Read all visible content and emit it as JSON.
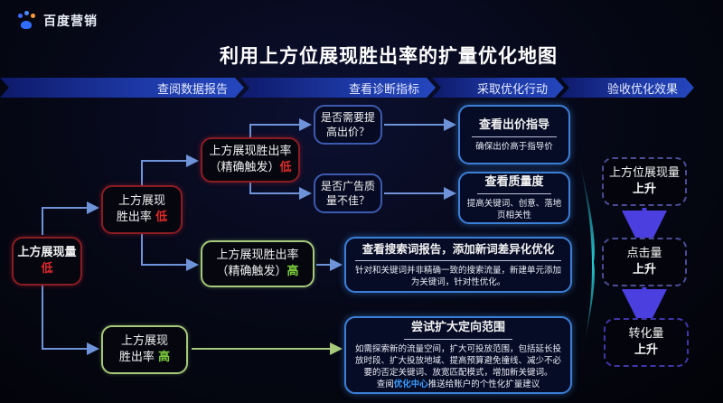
{
  "logo": {
    "icon": "baidu-paw-icon",
    "text": "百度营销"
  },
  "title": "利用上方位展现胜出率的扩量优化地图",
  "steps": [
    {
      "label": "查阅数据报告"
    },
    {
      "label": "查看诊断指标"
    },
    {
      "label": "采取优化行动"
    },
    {
      "label": "验收优化效果"
    }
  ],
  "nodes": {
    "impressions": {
      "line1": "上方展现量",
      "status": "低"
    },
    "winrate_low": {
      "line1": "上方展现",
      "line2": "胜出率",
      "status": "低"
    },
    "winrate_high": {
      "line1": "上方展现",
      "line2": "胜出率",
      "status": "高"
    },
    "exact_low": {
      "line1": "上方展现胜出率",
      "line2": "（精确触发）",
      "status": "低"
    },
    "exact_high": {
      "line1": "上方展现胜出率",
      "line2": "（精确触发）",
      "status": "高"
    },
    "q_bid": {
      "line1": "是否需要提",
      "line2": "高出价？"
    },
    "q_quality": {
      "line1": "是否广告质",
      "line2": "量不佳？"
    }
  },
  "actions": {
    "bid": {
      "title": "查看出价指导",
      "desc": "确保出价高于指导价"
    },
    "quality": {
      "title": "查看质量度",
      "desc": "提高关键词、创意、落地页相关性"
    },
    "search_terms": {
      "title": "查看搜索词报告，添加新词差异化优化",
      "desc": "针对和关键词并非精确一致的搜索流量，新建单元添加为关键词，针对性优化。"
    },
    "expand": {
      "title": "尝试扩大定向范围",
      "desc": "如需探索新的流量空间，扩大可投放范围，包括延长投放时段、扩大投放地域、提高预算避免撞线、减少不必要的否定关键词、放宽匹配模式，增加新关键词。",
      "desc_prefix": "查阅",
      "desc_link": "优化中心",
      "desc_suffix": "推送给账户的个性化扩量建议"
    }
  },
  "results": [
    {
      "label": "上方位展现量",
      "status": "上升"
    },
    {
      "label": "点击量",
      "status": "上升"
    },
    {
      "label": "转化量",
      "status": "上升"
    }
  ],
  "colors": {
    "low": "#e02a2a",
    "high": "#7dcf3c",
    "connector": "#6f93d8",
    "result_arrow": "#4b3fe0",
    "chevron": "#29d3e0"
  }
}
